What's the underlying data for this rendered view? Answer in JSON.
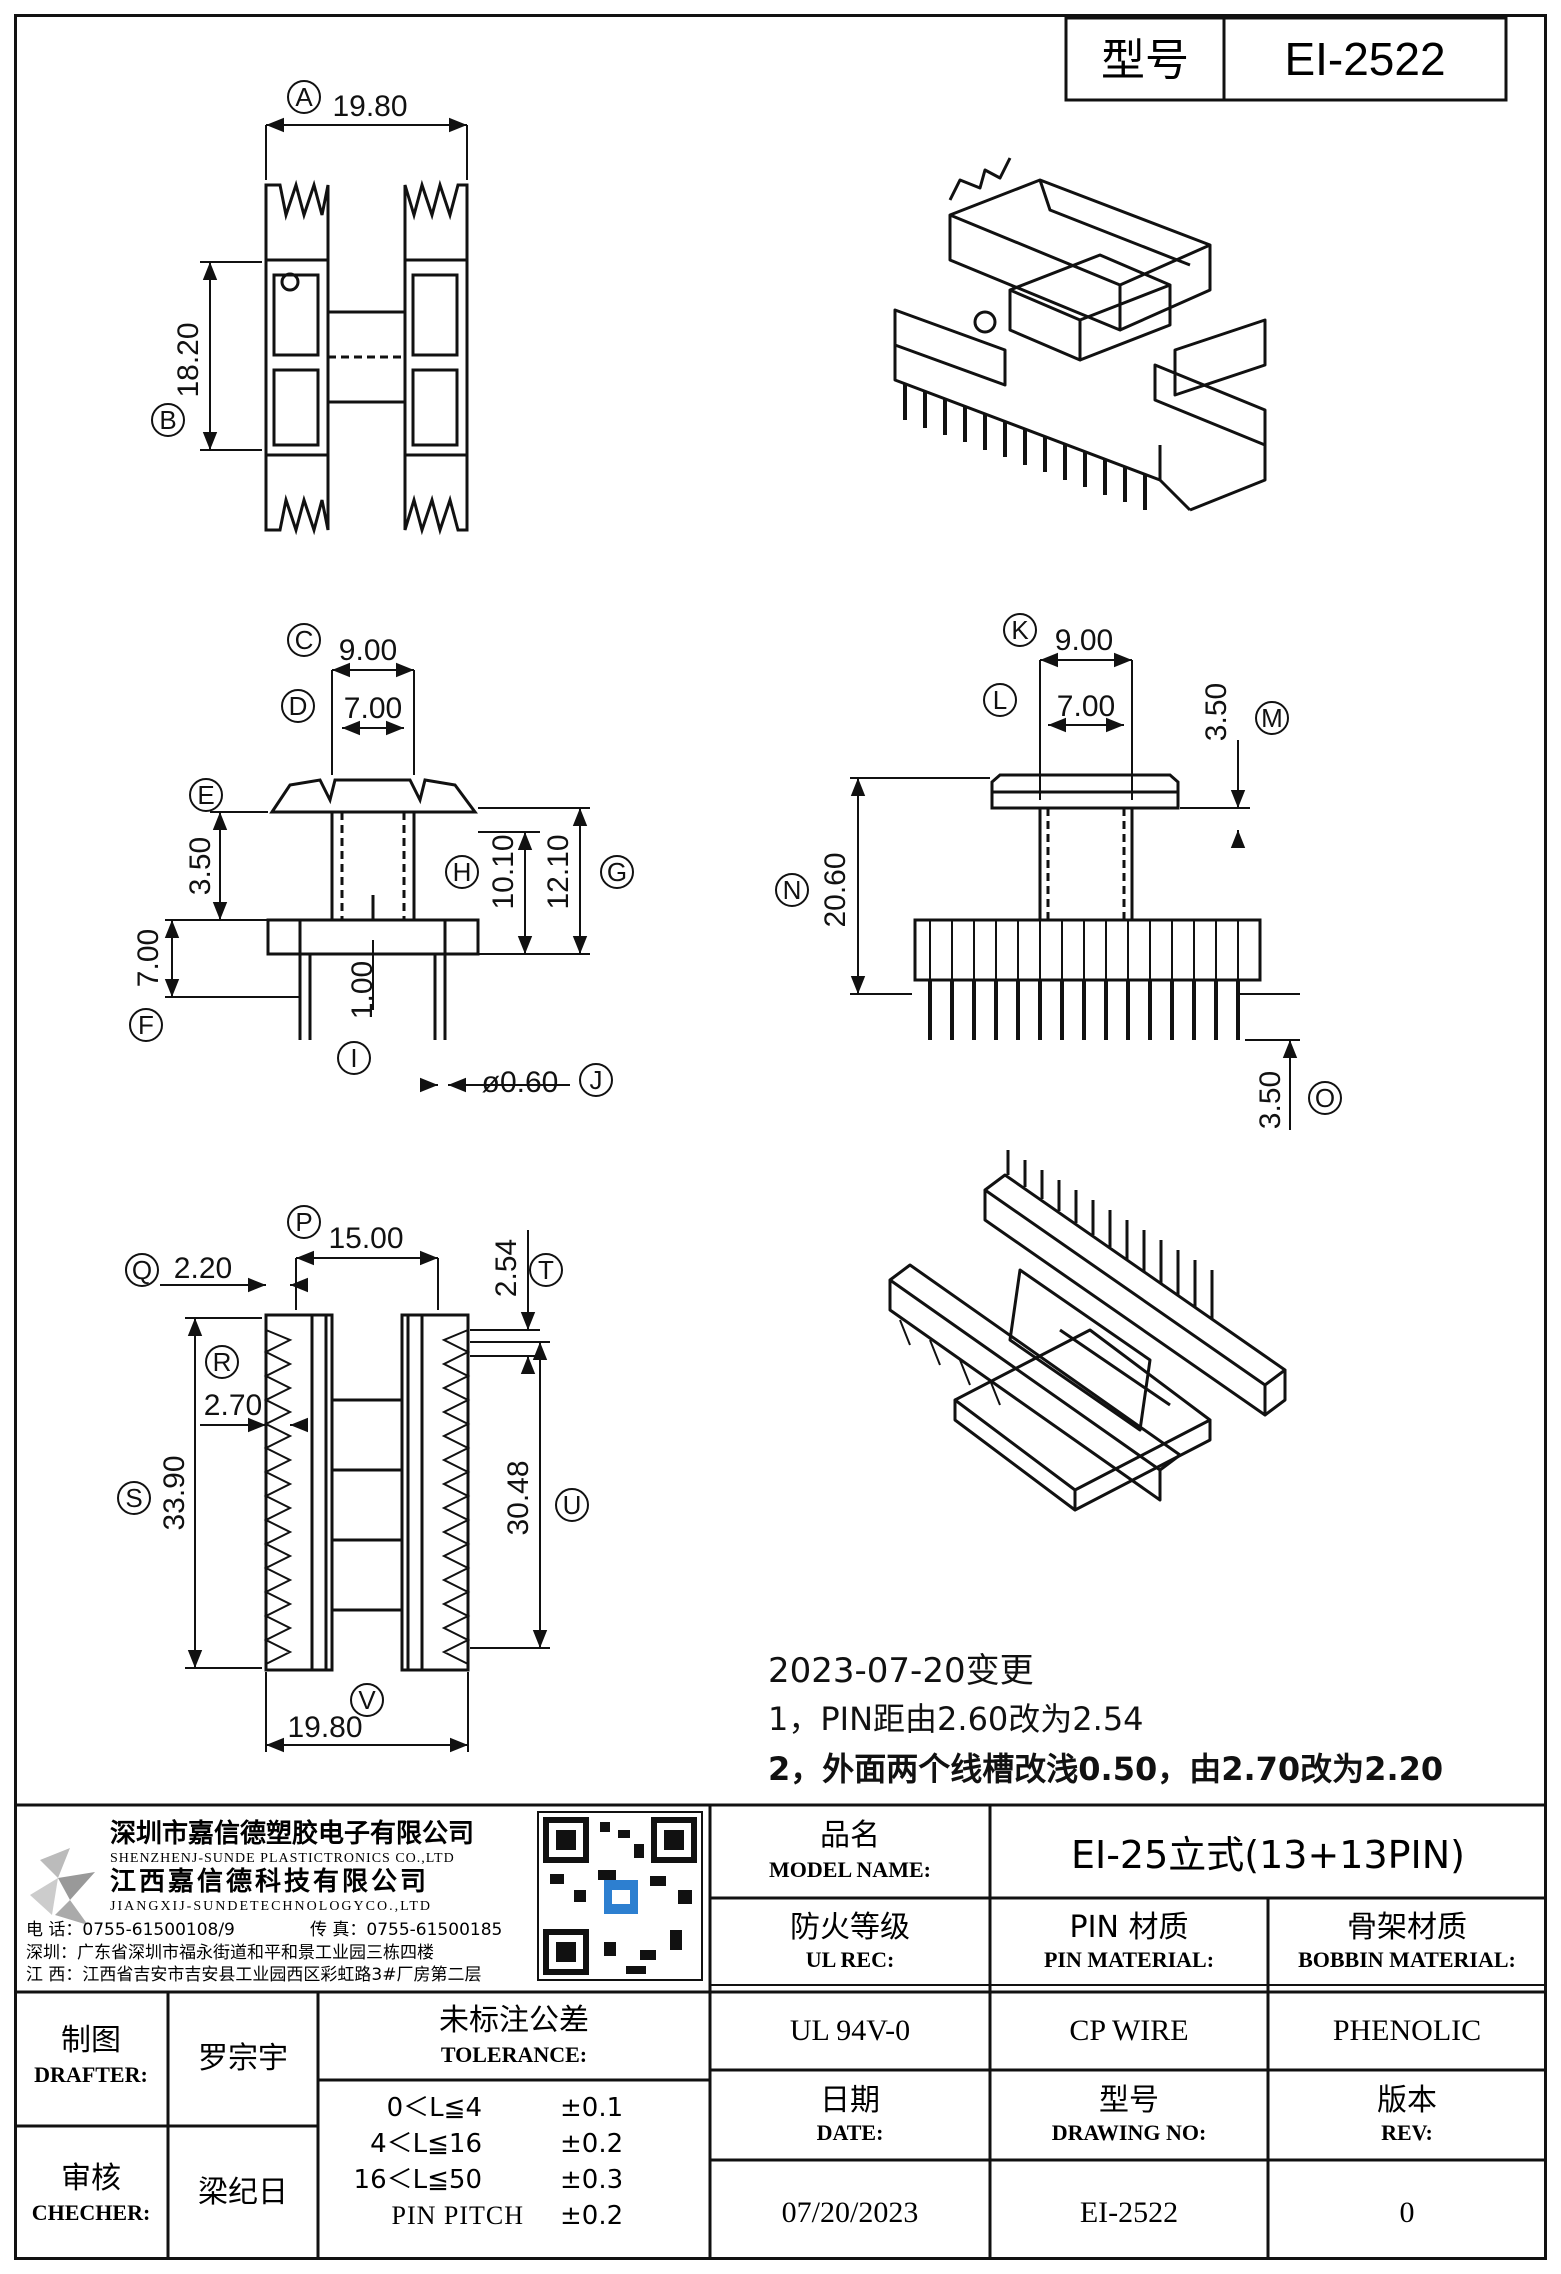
{
  "header": {
    "model_label": "型号",
    "model_value": "EI-2522"
  },
  "views": {
    "top": {
      "a_label": "A",
      "a_value": "19.80",
      "b_label": "B",
      "b_value": "18.20"
    },
    "front": {
      "c_label": "C",
      "c_value": "9.00",
      "d_label": "D",
      "d_value": "7.00",
      "e_label": "E",
      "e_value": "3.50",
      "f_label": "F",
      "f_value": "7.00",
      "g_label": "G",
      "g_value": "12.10",
      "h_label": "H",
      "h_value": "10.10",
      "i_label": "I",
      "i_value": "1.00",
      "j_label": "J",
      "j_value": "ø0.60"
    },
    "side": {
      "k_label": "K",
      "k_value": "9.00",
      "l_label": "L",
      "l_value": "7.00",
      "m_label": "M",
      "m_value": "3.50",
      "n_label": "N",
      "n_value": "20.60",
      "o_label": "O",
      "o_value": "3.50"
    },
    "bottom": {
      "p_label": "P",
      "p_value": "15.00",
      "q_label": "Q",
      "q_value": "2.20",
      "r_label": "R",
      "r_value": "2.70",
      "s_label": "S",
      "s_value": "33.90",
      "t_label": "T",
      "t_value": "2.54",
      "u_label": "U",
      "u_value": "30.48",
      "v_label": "V",
      "v_value": "19.80"
    }
  },
  "notes": {
    "date_line": "2023-07-20变更",
    "line1": "1，PIN距由2.60改为2.54",
    "line2": "2，外面两个线槽改浅0.50，由2.70改为2.20"
  },
  "company": {
    "name_sz": "深圳市嘉信德塑胶电子有限公司",
    "name_sz_en": "SHENZHENJ-SUNDE PLASTICTRONICS CO.,LTD",
    "name_jx": "江西嘉信德科技有限公司",
    "name_jx_en": "JIANGXIJ-SUNDETECHNOLOGYCO.,LTD",
    "tel": "电 话：0755-61500108/9",
    "fax": "传 真：0755-61500185",
    "addr_sz": "深圳：广东省深圳市福永街道和平和景工业园三栋四楼",
    "addr_jx": "江 西：江西省吉安市吉安县工业园西区彩虹路3#厂房第二层"
  },
  "titleblock": {
    "product_cn": "品名",
    "product_en": "MODEL NAME:",
    "product_value": "EI-25立式(13+13PIN)",
    "ul_cn": "防火等级",
    "ul_en": "UL REC:",
    "ul_value": "UL 94V-0",
    "pin_cn": "PIN 材质",
    "pin_en": "PIN MATERIAL:",
    "pin_value": "CP WIRE",
    "bobbin_cn": "骨架材质",
    "bobbin_en": "BOBBIN MATERIAL:",
    "bobbin_value": "PHENOLIC",
    "date_cn": "日期",
    "date_en": "DATE:",
    "date_value": "07/20/2023",
    "drawing_cn": "型号",
    "drawing_en": "DRAWING NO:",
    "drawing_value": "EI-2522",
    "rev_cn": "版本",
    "rev_en": "REV:",
    "rev_value": "0",
    "drafter_cn": "制图",
    "drafter_en": "DRAFTER:",
    "drafter_value": "罗宗宇",
    "checker_cn": "审核",
    "checker_en": "CHECHER:",
    "checker_value": "梁纪日",
    "tolerance_cn": "未标注公差",
    "tolerance_en": "TOLERANCE:",
    "tolerances": [
      {
        "range": "0＜L≦4",
        "value": "±0.1"
      },
      {
        "range": "4＜L≦16",
        "value": "±0.2"
      },
      {
        "range": "16＜L≦50",
        "value": "±0.3"
      },
      {
        "range": "PIN PITCH",
        "value": "±0.2"
      }
    ]
  }
}
